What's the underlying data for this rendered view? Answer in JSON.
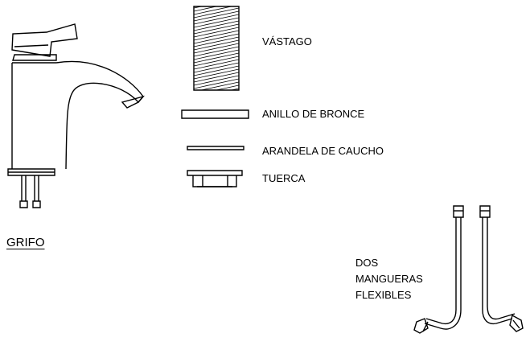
{
  "labels": {
    "vastago": "VÁSTAGO",
    "anillo": "ANILLO DE BRONCE",
    "arandela": "ARANDELA DE CAUCHO",
    "tuerca": "TUERCA",
    "grifo": "GRIFO",
    "mangueras_1": "DOS",
    "mangueras_2": "MANGUERAS",
    "mangueras_3": "FLEXIBLES"
  },
  "colors": {
    "line": "#000000",
    "background": "#ffffff"
  }
}
